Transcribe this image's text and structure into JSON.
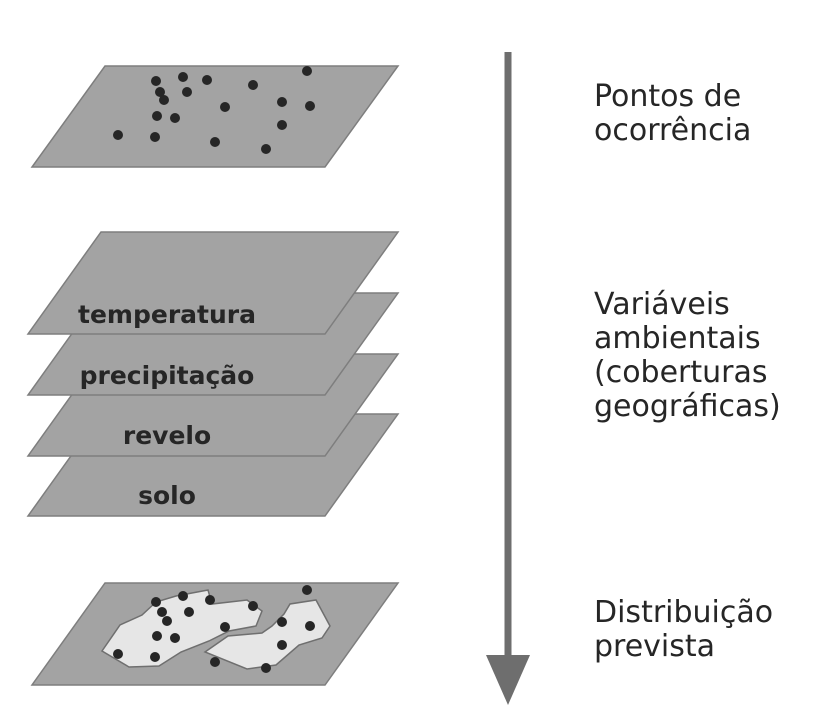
{
  "layers": {
    "temperature": "temperatura",
    "precipitation": "precipitação",
    "relief": "revelo",
    "soil": "solo"
  },
  "side_labels": {
    "occurrence": [
      "Pontos de",
      "ocorrência"
    ],
    "variables": [
      "Variáveis",
      "ambientais",
      "(coberturas",
      "geográficas)"
    ],
    "distribution": [
      "Distribuição",
      "prevista"
    ]
  },
  "colors": {
    "layer": "#a3a3a3",
    "dot": "#262626",
    "region": "#e6e6e6",
    "arrow": "#6e6e6e"
  }
}
